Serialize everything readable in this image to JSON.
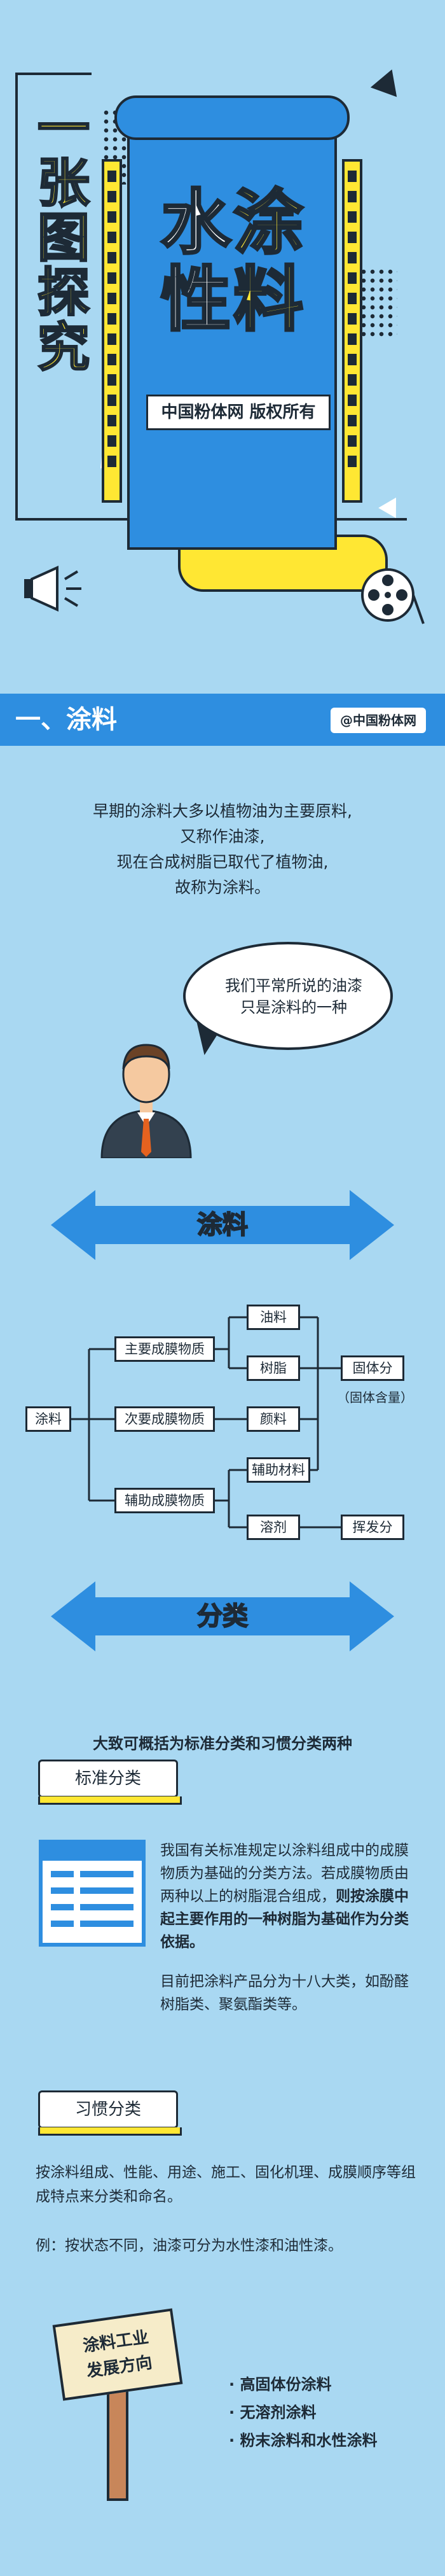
{
  "hero": {
    "vertical_title": [
      "一",
      "张",
      "图",
      "探",
      "究"
    ],
    "main_title_row1": [
      "水",
      "涂"
    ],
    "main_title_row2": [
      "性",
      "料"
    ],
    "copyright": "中国粉体网  版权所有"
  },
  "section1": {
    "number": "一、涂料",
    "brand": "@中国粉体网"
  },
  "intro": {
    "lines": [
      "早期的涂料大多以植物油为主要原料,",
      "又称作油漆,",
      "现在合成树脂已取代了植物油,",
      "故称为涂料。"
    ]
  },
  "speech": {
    "lines": [
      "我们平常所说的油漆",
      "只是涂料的一种"
    ]
  },
  "banner1": {
    "label": "涂料"
  },
  "diagram": {
    "root": "涂料",
    "level1": [
      "主要成膜物质",
      "次要成膜物质",
      "辅助成膜物质"
    ],
    "level2": [
      "油料",
      "树脂",
      "颜料",
      "辅助材料",
      "溶剂"
    ],
    "solid": "固体分",
    "solid_note": "（固体含量）",
    "volatile": "挥发分"
  },
  "banner2": {
    "label": "分类"
  },
  "classification": {
    "summary": "大致可概括为标准分类和习惯分类两种",
    "standard_tag": "标准分类",
    "standard_p1_normal": "我国有关标准规定以涂料组成中的成膜物质为基础的分类方法。若成膜物质由两种以上的树脂混合组成，",
    "standard_p1_bold": "则按涂膜中起主要作用的一种树脂为基础作为分类依据。",
    "standard_p2": "目前把涂料产品分为十八大类，如酚醛树脂类、聚氨酯类等。",
    "habit_tag": "习惯分类",
    "habit_p1": "按涂料组成、性能、用途、施工、固化机理、成膜顺序等组成特点来分类和命名。",
    "habit_p2": "例：按状态不同，油漆可分为水性漆和油性漆。"
  },
  "direction": {
    "sign_lines": [
      "涂料工业",
      "发展方向"
    ],
    "items": [
      "· 高固体份涂料",
      "· 无溶剂涂料",
      "· 粉末涂料和水性涂料"
    ]
  },
  "colors": {
    "background": "#a9d8f2",
    "blue": "#2e8ee0",
    "yellow": "#ffe733",
    "outline": "#1d2a36"
  }
}
